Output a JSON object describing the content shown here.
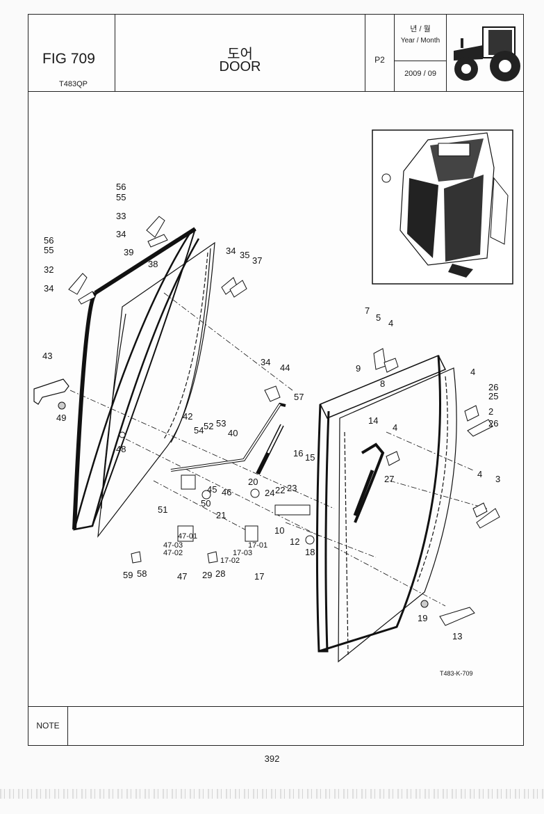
{
  "header": {
    "fig": "FIG 709",
    "model": "T483QP",
    "title_ko": "도어",
    "title_en": "DOOR",
    "page_code": "P2",
    "ym_ko": "년 / 월",
    "ym_en": "Year / Month",
    "ym_value": "2009 / 09"
  },
  "diagram": {
    "drawing_code": "T483-K-709",
    "labels": [
      "56",
      "55",
      "33",
      "34",
      "56",
      "55",
      "39",
      "38",
      "32",
      "34",
      "34",
      "35",
      "37",
      "43",
      "49",
      "48",
      "42",
      "54",
      "52",
      "53",
      "40",
      "34",
      "44",
      "57",
      "45",
      "46",
      "50",
      "51",
      "47-01",
      "47-03",
      "47-02",
      "47",
      "59",
      "58",
      "21",
      "17-01",
      "17-03",
      "17-02",
      "17",
      "29",
      "28",
      "20",
      "24",
      "22",
      "23",
      "16",
      "15",
      "10",
      "12",
      "18",
      "7",
      "5",
      "4",
      "9",
      "8",
      "4",
      "26",
      "25",
      "2",
      "26",
      "14",
      "4",
      "27",
      "4",
      "3",
      "19",
      "13"
    ]
  },
  "note_label": "NOTE",
  "page_number": "392"
}
